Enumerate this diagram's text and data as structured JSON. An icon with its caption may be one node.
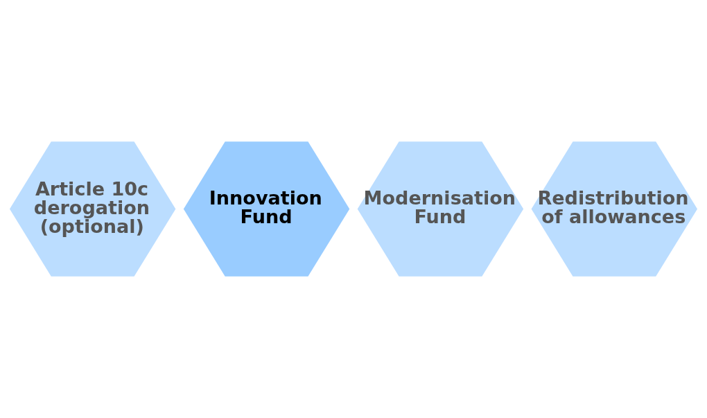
{
  "diagram": {
    "nodes": [
      {
        "text": [
          "Innovation Fund"
        ]
      },
      {
        "text": [
          "Article 10c derogation (optional)"
        ]
      },
      {
        "text": [
          "Redistribution of allowances"
        ]
      },
      {
        "text": [
          "Modernisation Fund"
        ]
      }
    ],
    "edges": []
  }
}
